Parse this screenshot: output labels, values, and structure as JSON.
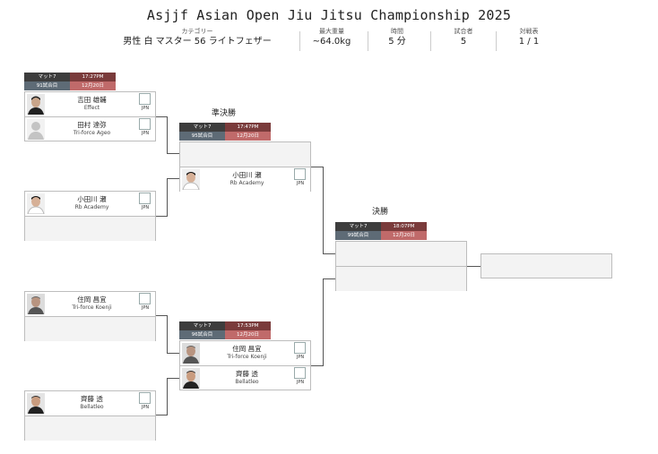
{
  "title": "Asjjf Asian Open Jiu Jitsu Championship 2025",
  "info": {
    "category": {
      "label": "カテゴリー",
      "value": "男性 白 マスター 56 ライトフェザー"
    },
    "max_weight": {
      "label": "最大重量",
      "value": "~64.0kg"
    },
    "time": {
      "label": "時間",
      "value": "5 分"
    },
    "competitors": {
      "label": "試合者",
      "value": "5"
    },
    "matchup": {
      "label": "対戦表",
      "value": "1 / 1"
    }
  },
  "rounds": {
    "semi": "準決勝",
    "final": "決勝"
  },
  "matches": {
    "m91": {
      "mat": "マット7",
      "time": "17:27PM",
      "num": "91試合目",
      "date": "12月20日"
    },
    "m95": {
      "mat": "マット7",
      "time": "17:47PM",
      "num": "95試合目",
      "date": "12月20日"
    },
    "m96": {
      "mat": "マット7",
      "time": "17:53PM",
      "num": "96試合目",
      "date": "12月20日"
    },
    "m99": {
      "mat": "マット7",
      "time": "18:07PM",
      "num": "99試合目",
      "date": "12月20日"
    }
  },
  "athletes": {
    "yoshida": {
      "name": "吉田 雄輔",
      "team": "Effect",
      "country": "JPN"
    },
    "tamura": {
      "name": "田村 達弥",
      "team": "Tri-force Ageo",
      "country": "JPN"
    },
    "odagawa": {
      "name": "小田川 瀬",
      "team": "Rb Academy",
      "country": "JPN"
    },
    "sumioka": {
      "name": "住岡 昌宜",
      "team": "Tri-force Koenji",
      "country": "JPN"
    },
    "saito": {
      "name": "齊藤 透",
      "team": "Bellatleo",
      "country": "JPN"
    }
  },
  "colors": {
    "mat_bg": "#3d3d3d",
    "time_bg": "#7a3b3b",
    "num_bg": "#5e6b76",
    "date_bg": "#c06a6a"
  }
}
